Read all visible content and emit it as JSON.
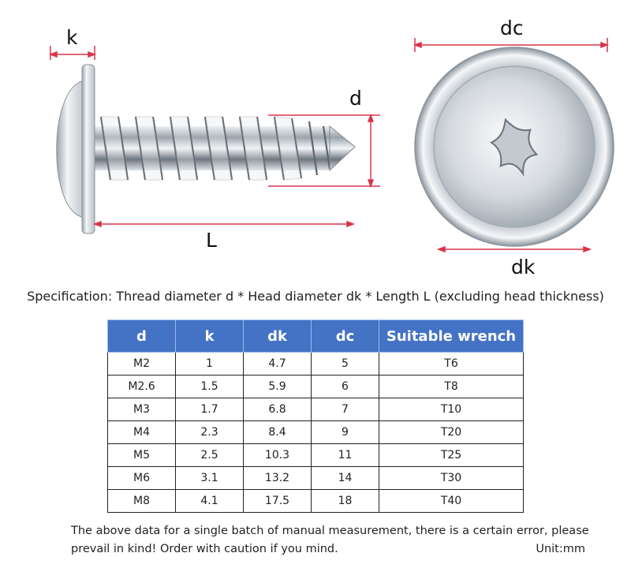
{
  "labels": {
    "k": "k",
    "d": "d",
    "L": "L",
    "dc": "dc",
    "dk": "dk"
  },
  "spec": "Specification: Thread diameter d * Head diameter dk * Length L (excluding head thickness)",
  "table": {
    "headers": [
      "d",
      "k",
      "dk",
      "dc",
      "Suitable wrench"
    ],
    "rows": [
      [
        "M2",
        "1",
        "4.7",
        "5",
        "T6"
      ],
      [
        "M2.6",
        "1.5",
        "5.9",
        "6",
        "T8"
      ],
      [
        "M3",
        "1.7",
        "6.8",
        "7",
        "T10"
      ],
      [
        "M4",
        "2.3",
        "8.4",
        "9",
        "T20"
      ],
      [
        "M5",
        "2.5",
        "10.3",
        "11",
        "T25"
      ],
      [
        "M6",
        "3.1",
        "13.2",
        "14",
        "T30"
      ],
      [
        "M8",
        "4.1",
        "17.5",
        "18",
        "T40"
      ]
    ]
  },
  "note": {
    "text": "The above data for a single batch of manual measurement, there is a certain error, please prevail in kind! Order with caution if you mind.",
    "unit": "Unit:mm"
  },
  "colors": {
    "header": "#4472c4",
    "dimension_line": "#d9344a"
  },
  "icons": [
    "screw-side-view",
    "screw-head-top-view",
    "torx-recess"
  ]
}
